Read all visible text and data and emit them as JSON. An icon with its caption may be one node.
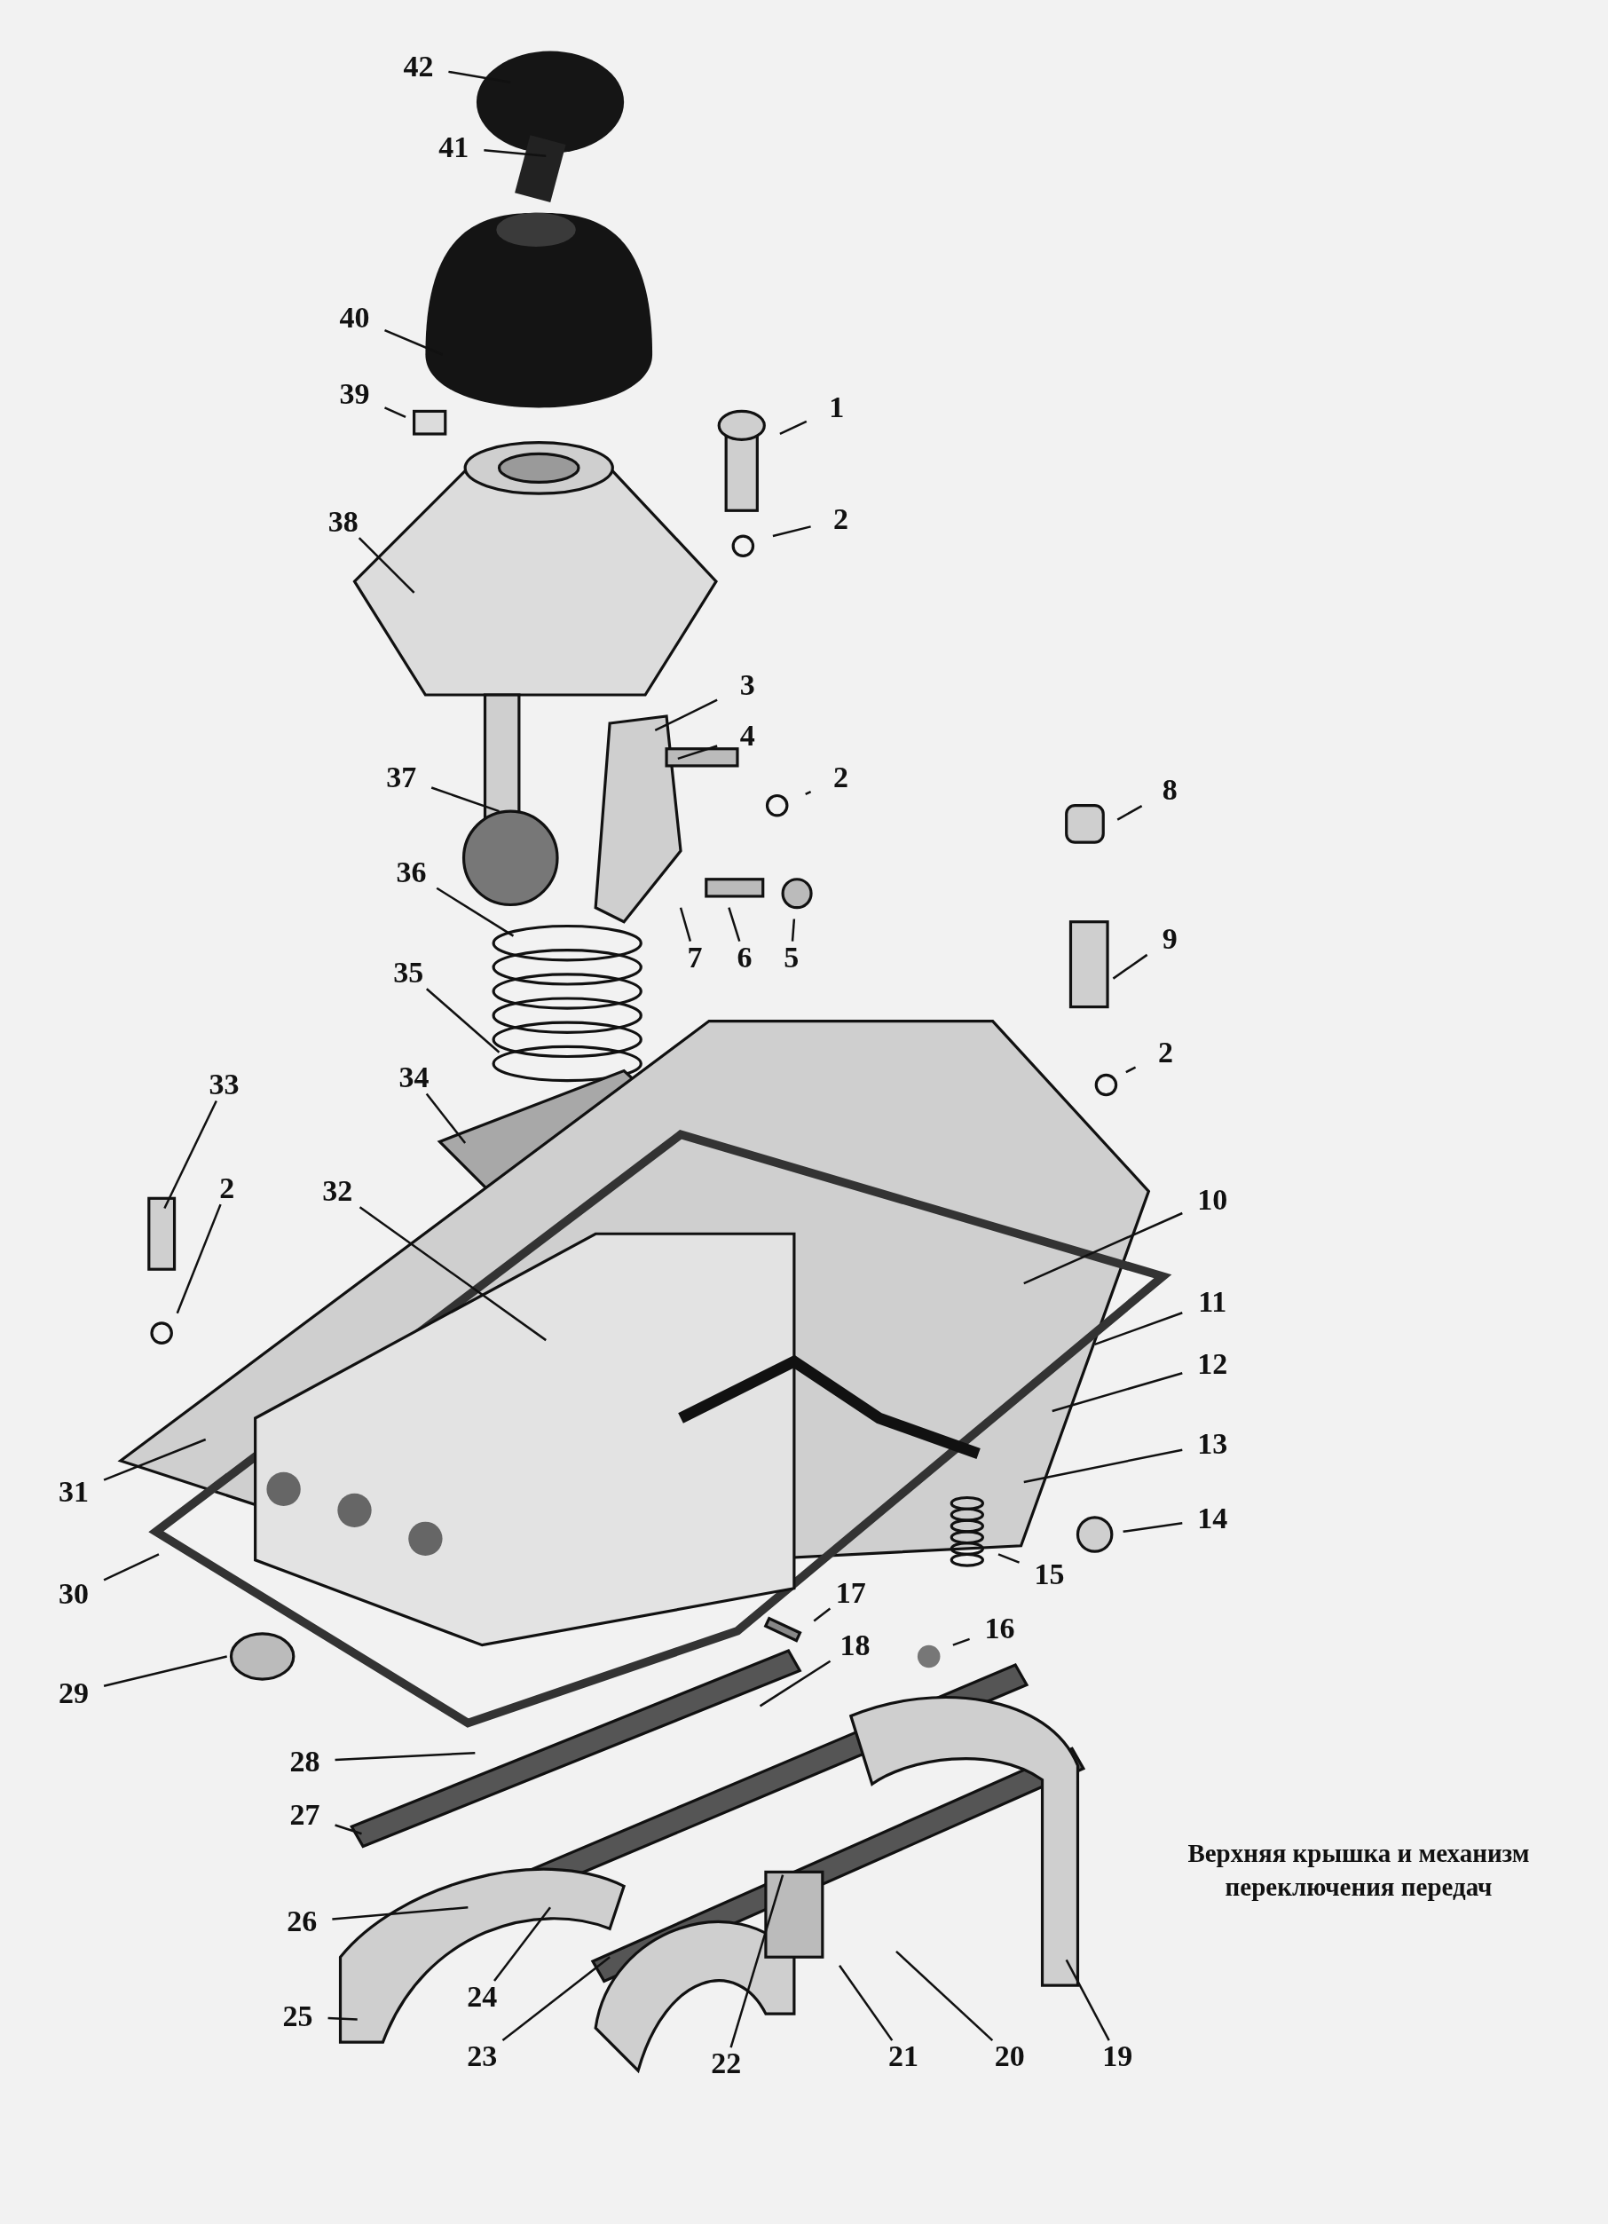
{
  "diagram": {
    "caption": "Верхняя крышка и механизм переключения передач",
    "nodes": [
      {
        "text": [
          "42"
        ]
      },
      {
        "text": [
          "41"
        ]
      },
      {
        "text": [
          "40"
        ]
      },
      {
        "text": [
          "39"
        ]
      },
      {
        "text": [
          "1"
        ]
      },
      {
        "text": [
          "2"
        ]
      },
      {
        "text": [
          "38"
        ]
      },
      {
        "text": [
          "3"
        ]
      },
      {
        "text": [
          "4"
        ]
      },
      {
        "text": [
          "37"
        ]
      },
      {
        "text": [
          "2"
        ]
      },
      {
        "text": [
          "8"
        ]
      },
      {
        "text": [
          "36"
        ]
      },
      {
        "text": [
          "9"
        ]
      },
      {
        "text": [
          "7"
        ]
      },
      {
        "text": [
          "6"
        ]
      },
      {
        "text": [
          "5"
        ]
      },
      {
        "text": [
          "35"
        ]
      },
      {
        "text": [
          "2"
        ]
      },
      {
        "text": [
          "34"
        ]
      },
      {
        "text": [
          "33"
        ]
      },
      {
        "text": [
          "2"
        ]
      },
      {
        "text": [
          "32"
        ]
      },
      {
        "text": [
          "10"
        ]
      },
      {
        "text": [
          "11"
        ]
      },
      {
        "text": [
          "12"
        ]
      },
      {
        "text": [
          "13"
        ]
      },
      {
        "text": [
          "31"
        ]
      },
      {
        "text": [
          "14"
        ]
      },
      {
        "text": [
          "15"
        ]
      },
      {
        "text": [
          "30"
        ]
      },
      {
        "text": [
          "17"
        ]
      },
      {
        "text": [
          "16"
        ]
      },
      {
        "text": [
          "18"
        ]
      },
      {
        "text": [
          "29"
        ]
      },
      {
        "text": [
          "28"
        ]
      },
      {
        "text": [
          "27"
        ]
      },
      {
        "text": [
          "26"
        ]
      },
      {
        "text": [
          "24"
        ]
      },
      {
        "text": [
          "25"
        ]
      },
      {
        "text": [
          "23"
        ]
      },
      {
        "text": [
          "22"
        ]
      },
      {
        "text": [
          "21"
        ]
      },
      {
        "text": [
          "20"
        ]
      },
      {
        "text": [
          "19"
        ]
      }
    ],
    "edges": [
      {
        "from": 0,
        "to": null,
        "arrow": "none"
      },
      {
        "from": 1,
        "to": null,
        "arrow": "none"
      },
      {
        "from": 2,
        "to": null,
        "arrow": "none"
      },
      {
        "from": 3,
        "to": null,
        "arrow": "none"
      },
      {
        "from": 4,
        "to": null,
        "arrow": "none"
      },
      {
        "from": 5,
        "to": null,
        "arrow": "none"
      },
      {
        "from": 6,
        "to": null,
        "arrow": "none"
      },
      {
        "from": 7,
        "to": null,
        "arrow": "none"
      },
      {
        "from": 8,
        "to": null,
        "arrow": "none"
      },
      {
        "from": 9,
        "to": null,
        "arrow": "none"
      },
      {
        "from": 10,
        "to": null,
        "arrow": "none"
      },
      {
        "from": 11,
        "to": null,
        "arrow": "none"
      },
      {
        "from": 12,
        "to": null,
        "arrow": "none"
      },
      {
        "from": 13,
        "to": null,
        "arrow": "none"
      },
      {
        "from": 14,
        "to": null,
        "arrow": "none"
      },
      {
        "from": 15,
        "to": null,
        "arrow": "none"
      },
      {
        "from": 16,
        "to": null,
        "arrow": "none"
      },
      {
        "from": 17,
        "to": null,
        "arrow": "none"
      },
      {
        "from": 18,
        "to": null,
        "arrow": "none"
      },
      {
        "from": 19,
        "to": null,
        "arrow": "none"
      },
      {
        "from": 20,
        "to": null,
        "arrow": "none"
      },
      {
        "from": 21,
        "to": null,
        "arrow": "none"
      },
      {
        "from": 22,
        "to": null,
        "arrow": "none"
      },
      {
        "from": 23,
        "to": null,
        "arrow": "none"
      },
      {
        "from": 24,
        "to": null,
        "arrow": "none"
      },
      {
        "from": 25,
        "to": null,
        "arrow": "none"
      },
      {
        "from": 26,
        "to": null,
        "arrow": "none"
      },
      {
        "from": 27,
        "to": null,
        "arrow": "none"
      },
      {
        "from": 28,
        "to": null,
        "arrow": "none"
      },
      {
        "from": 29,
        "to": null,
        "arrow": "none"
      },
      {
        "from": 30,
        "to": null,
        "arrow": "none"
      },
      {
        "from": 31,
        "to": null,
        "arrow": "none"
      },
      {
        "from": 32,
        "to": null,
        "arrow": "none"
      },
      {
        "from": 33,
        "to": null,
        "arrow": "none"
      },
      {
        "from": 34,
        "to": null,
        "arrow": "none"
      },
      {
        "from": 35,
        "to": null,
        "arrow": "none"
      },
      {
        "from": 36,
        "to": null,
        "arrow": "none"
      },
      {
        "from": 37,
        "to": null,
        "arrow": "none"
      },
      {
        "from": 38,
        "to": null,
        "arrow": "none"
      },
      {
        "from": 39,
        "to": null,
        "arrow": "none"
      },
      {
        "from": 40,
        "to": null,
        "arrow": "none"
      },
      {
        "from": 41,
        "to": null,
        "arrow": "none"
      },
      {
        "from": 42,
        "to": null,
        "arrow": "none"
      },
      {
        "from": 43,
        "to": null,
        "arrow": "none"
      },
      {
        "from": 44,
        "to": null,
        "arrow": "none"
      }
    ]
  }
}
